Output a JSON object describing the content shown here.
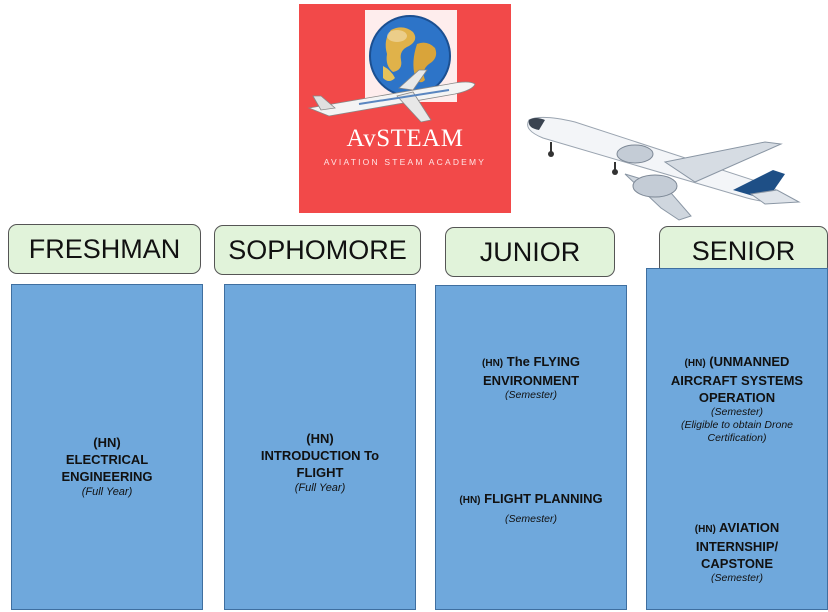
{
  "logo": {
    "name": "AvSTEAM",
    "tagline": "AVIATION STEAM ACADEMY"
  },
  "years": {
    "freshman": "FRESHMAN",
    "sophomore": "SOPHOMORE",
    "junior": "JUNIOR",
    "senior": "SENIOR"
  },
  "courses": {
    "freshman": {
      "hn": "(HN)",
      "title_1": "ELECTRICAL",
      "title_2": "ENGINEERING",
      "duration": "(Full Year)"
    },
    "sophomore": {
      "hn": "(HN)",
      "title_1": "INTRODUCTION To",
      "title_2": "FLIGHT",
      "duration": "(Full Year)"
    },
    "junior_1": {
      "hn": "(HN)",
      "title_1": "The FLYING",
      "title_2": "ENVIRONMENT",
      "duration": "(Semester)"
    },
    "junior_2": {
      "hn": "(HN)",
      "title_1": "FLIGHT PLANNING",
      "duration": "(Semester)"
    },
    "senior_1": {
      "hn": "(HN)",
      "title_1": "(UNMANNED",
      "title_2": "AIRCRAFT SYSTEMS",
      "title_3": "OPERATION",
      "duration": "(Semester)",
      "note_1": "(Eligible to obtain Drone",
      "note_2": "Certification)"
    },
    "senior_2": {
      "hn": "(HN)",
      "title_1": "AVIATION",
      "title_2": "INTERNSHIP/",
      "title_3": "CAPSTONE",
      "duration": "(Semester)"
    }
  },
  "colors": {
    "logo_background": "#f24949",
    "year_label_background": "#e1f3da",
    "course_column": "#6fa8dc"
  },
  "icons": [
    "globe-icon",
    "airplane-icon"
  ]
}
